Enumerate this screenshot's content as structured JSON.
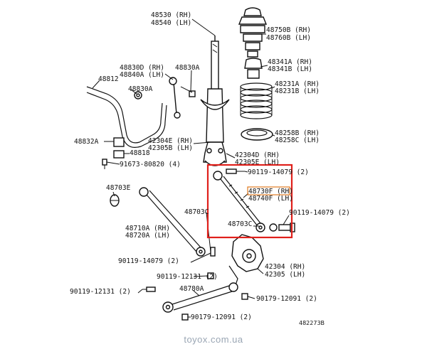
{
  "labels": {
    "l48530": "48530 (RH)",
    "l48540": "48540 (LH)",
    "l48750": "48750B (RH)",
    "l48760": "48760B (LH)",
    "l48830": "48830D (RH)",
    "l48840": "48840A (LH)",
    "l48830a_top": "48830A",
    "l48341": "48341A (RH)",
    "l48341b": "48341B (LH)",
    "l48812": "48812",
    "l48830a_mid": "48830A",
    "l48231": "48231A (RH)",
    "l48231b": "48231B (LH)",
    "l48258": "48258B (RH)",
    "l48258c": "48258C (LH)",
    "l48832": "48832A",
    "l42304e": "42304E (RH)",
    "l42305b": "42305B (LH)",
    "l42304d": "42304D (RH)",
    "l42305e": "42305E (LH)",
    "l48818": "48818",
    "l91673": "91673-80820 (4)",
    "l90119a": "90119-14079 (2)",
    "l48703e": "48703E",
    "l48730f": "48730F (RH)",
    "l48740f": "48740F (LH)",
    "l48703c_mid": "48703C",
    "l90119b": "90119-14079 (2)",
    "l48703c_low": "48703C",
    "l48710": "48710A (RH)",
    "l48720": "48720A (LH)",
    "l90119c": "90119-14079 (2)",
    "l42304": "42304 (RH)",
    "l42305": "42305 (LH)",
    "l90119_12131a": "90119-12131 (2)",
    "l48780": "48780A",
    "l90119_12131b": "90119-12131 (2)",
    "l90179a": "90179-12091 (2)",
    "l90179b": "90179-12091 (2)",
    "code": "482273B"
  },
  "watermark": "toyox.com.ua",
  "colors": {
    "highlight": "#e0201b",
    "label_highlight": "#e07a20",
    "watermark": "#9aa6b4"
  }
}
